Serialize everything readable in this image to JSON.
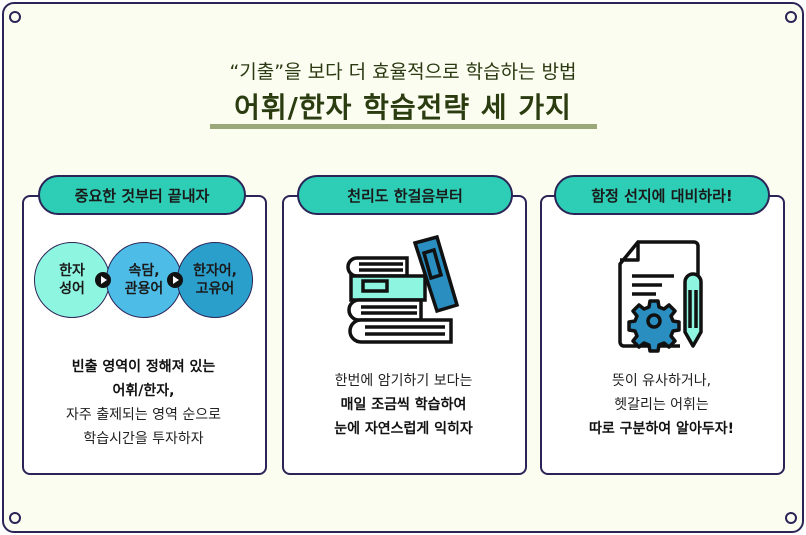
{
  "header": {
    "subtitle": "“기출”을 보다 더 효율적으로 학습하는 방법",
    "title": "어휘/한자 학습전략 세 가지"
  },
  "colors": {
    "border": "#2a2457",
    "accent": "#2ecdb5",
    "title": "#2b3d10",
    "underline": "#9aa87a"
  },
  "cards": [
    {
      "label": "중요한 것부터 끝내자",
      "circles": [
        "한자\n성어",
        "속담,\n관용어",
        "한자어,\n고유어"
      ],
      "lines": [
        {
          "text": "빈출 영역이 정해져 있는",
          "bold": true
        },
        {
          "text": "어휘/한자,",
          "bold": true
        },
        {
          "text": "자주 출제되는 영역 순으로",
          "bold": false
        },
        {
          "text": "학습시간을 투자하자",
          "bold": false
        }
      ],
      "icon": "circle-steps"
    },
    {
      "label": "천리도 한걸음부터",
      "lines": [
        {
          "text": "한번에 암기하기 보다는",
          "bold": false
        },
        {
          "text": "매일 조금씩 학습하여",
          "bold": true
        },
        {
          "text": "눈에 자연스럽게 익히자",
          "bold": true
        }
      ],
      "icon": "books-icon"
    },
    {
      "label": "함정 선지에 대비하라!",
      "lines": [
        {
          "text": "뜻이 유사하거나,",
          "bold": false
        },
        {
          "text": "헷갈리는 어휘는",
          "bold": false
        },
        {
          "text": "따로 구분하여 알아두자!",
          "bold": true
        }
      ],
      "icon": "document-gear-pencil-icon"
    }
  ]
}
